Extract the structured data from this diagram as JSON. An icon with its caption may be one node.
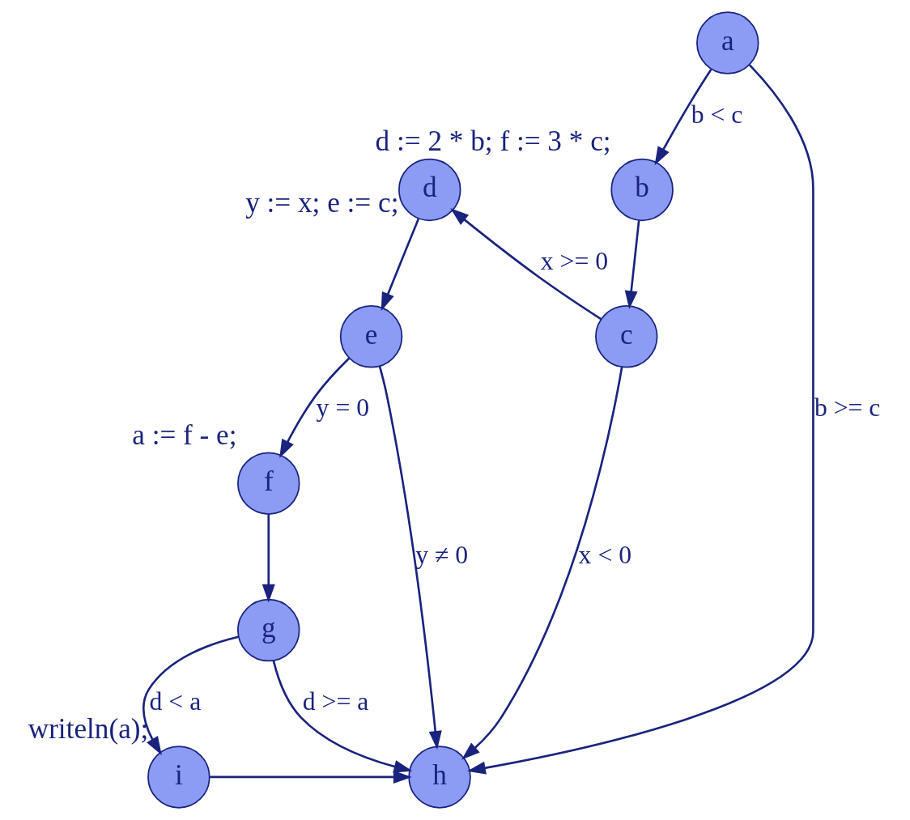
{
  "diagram": {
    "nodes": [
      {
        "text": [
          "a"
        ]
      },
      {
        "text": [
          "b"
        ],
        "beside": [
          "d := 2 * b; f := 3 * c;"
        ]
      },
      {
        "text": [
          "c"
        ]
      },
      {
        "text": [
          "d"
        ],
        "beside": [
          "y := x; e := c;"
        ]
      },
      {
        "text": [
          "e"
        ]
      },
      {
        "text": [
          "f"
        ],
        "beside": [
          "a := f - e;"
        ]
      },
      {
        "text": [
          "g"
        ]
      },
      {
        "text": [
          "h"
        ]
      },
      {
        "text": [
          "i"
        ],
        "beside": [
          "writeln(a);"
        ]
      }
    ],
    "edges": [
      {
        "from": 0,
        "to": 1,
        "arrow": "to",
        "label": "b < c"
      },
      {
        "from": 0,
        "to": 7,
        "arrow": "to",
        "label": "b >= c"
      },
      {
        "from": 1,
        "to": 2,
        "arrow": "to"
      },
      {
        "from": 2,
        "to": 3,
        "arrow": "to",
        "label": "x >= 0"
      },
      {
        "from": 2,
        "to": 7,
        "arrow": "to",
        "label": "x < 0"
      },
      {
        "from": 3,
        "to": 4,
        "arrow": "to"
      },
      {
        "from": 4,
        "to": 5,
        "arrow": "to",
        "label": "y = 0"
      },
      {
        "from": 4,
        "to": 7,
        "arrow": "to",
        "label": "y ≠ 0"
      },
      {
        "from": 5,
        "to": 6,
        "arrow": "to"
      },
      {
        "from": 6,
        "to": 7,
        "arrow": "to",
        "label": "d >= a"
      },
      {
        "from": 6,
        "to": 8,
        "arrow": "to",
        "label": "d < a"
      },
      {
        "from": 8,
        "to": 7,
        "arrow": "to"
      }
    ]
  }
}
